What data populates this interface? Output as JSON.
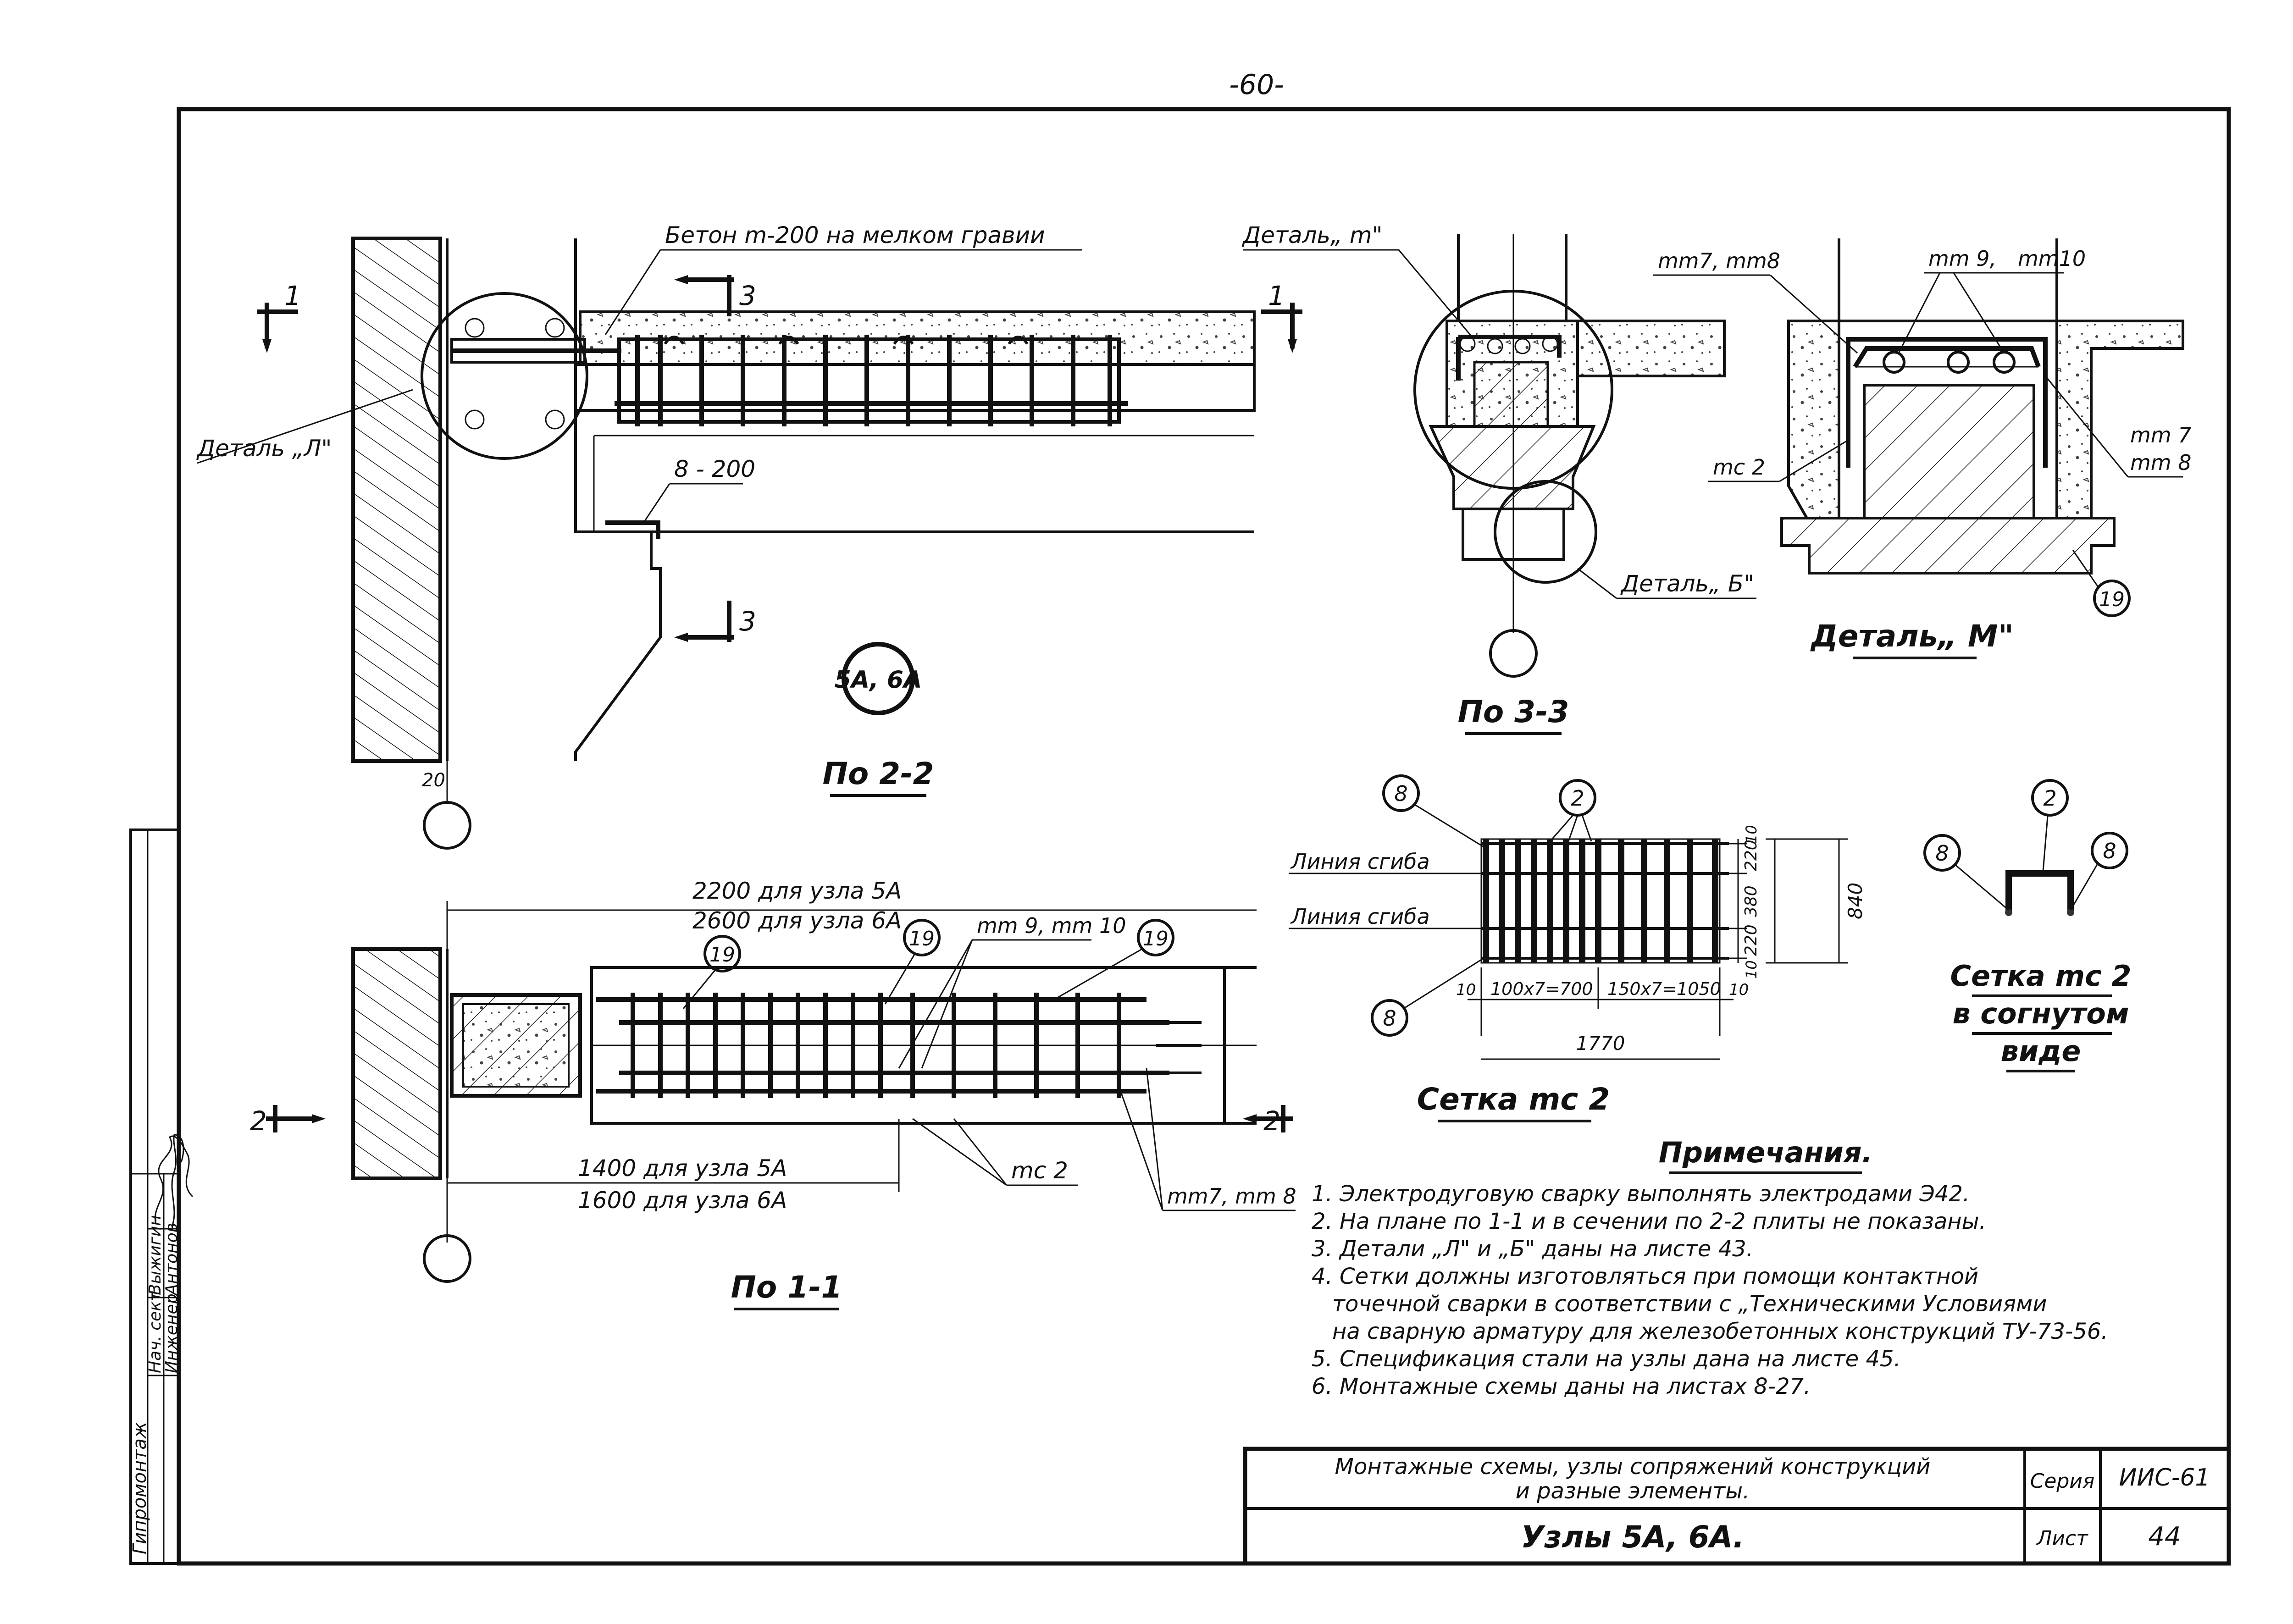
{
  "page_number": "-60-",
  "sections": {
    "s22": {
      "title": "По 2-2",
      "concrete_label": "Бетон m-200 на мелком гравии",
      "detail_label": "Деталь „Л\"",
      "spacing_label": "8 - 200",
      "cut_1": "1",
      "cut_3": "3",
      "node_label": "5А, 6А",
      "dim_20": "20"
    },
    "s33": {
      "title": "По 3-3",
      "detail_m_label": "Деталь„ m\"",
      "detail_b_label": "Деталь„ Б\""
    },
    "detailM": {
      "title": "Деталь„ М\"",
      "l_mt7_mt8": "mm7, mm8",
      "l_mt9_mt10_a": "mm 9,",
      "l_mt9_mt10_b": "mm10",
      "l_mc2": "mc 2",
      "l_mt7_r": "mm 7",
      "l_mt8_r": "mm 8",
      "ref_19": "19"
    },
    "s11": {
      "title": "По 1-1",
      "dim_top1": "2200 для узла 5А",
      "dim_top2": "2600 для узла 6А",
      "dim_bot1": "1400 для узла 5А",
      "dim_bot2": "1600 для узла 6А",
      "l_mt9_mt10": "mm 9, mm 10",
      "l_mc2": "mc 2",
      "l_mt7_mt8": "mm7, mm 8",
      "ref_19": "19",
      "cut_2": "2"
    },
    "mesh": {
      "title": "Сетка mc 2",
      "bend_line_1": "Линия сгиба",
      "bend_line_2": "Линия сгиба",
      "ref_8": "8",
      "ref_2": "2",
      "dim_10a": "10",
      "dim_220a": "220",
      "dim_380": "380",
      "dim_220b": "220",
      "dim_10b": "10",
      "dim_840": "840",
      "dim_left10": "10",
      "dim_100x7": "100х7=700",
      "dim_150x7": "150х7=1050",
      "dim_right10": "10",
      "dim_1770": "1770"
    },
    "meshBent": {
      "title_1": "Сетка mc 2",
      "title_2": "в согнутом",
      "title_3": "виде",
      "ref_2": "2",
      "ref_8a": "8",
      "ref_8b": "8"
    }
  },
  "notes": {
    "title": "Примечания.",
    "items": [
      "1. Электродуговую сварку выполнять электродами Э42.",
      "2. На плане по 1-1 и в сечении по 2-2 плиты не показаны.",
      "3. Детали „Л\" и „Б\" даны на листе 43.",
      "4. Сетки должны изготовляться при помощи контактной",
      "точечной сварки в соответствии с „Техническими Условиями",
      "на сварную арматуру для железобетонных конструкций ТУ-73-56.",
      "5. Спецификация стали на узлы дана на листе 45.",
      "6. Монтажные схемы даны на листах 8-27."
    ]
  },
  "title_block": {
    "heading_line1": "Монтажные схемы, узлы сопряжений конструкций",
    "heading_line2": "и разные элементы.",
    "sheet_title": "Узлы 5А, 6А.",
    "series_label": "Серия",
    "series_value": "ИИС-61",
    "sheet_label": "Лист",
    "sheet_value": "44"
  },
  "side_stamp": {
    "org": "Гипромонтаж",
    "row1_role": "Нач. сект.",
    "row1_name": "Выжигин",
    "row2_role": "Инженер",
    "row2_name": "Антонов"
  }
}
